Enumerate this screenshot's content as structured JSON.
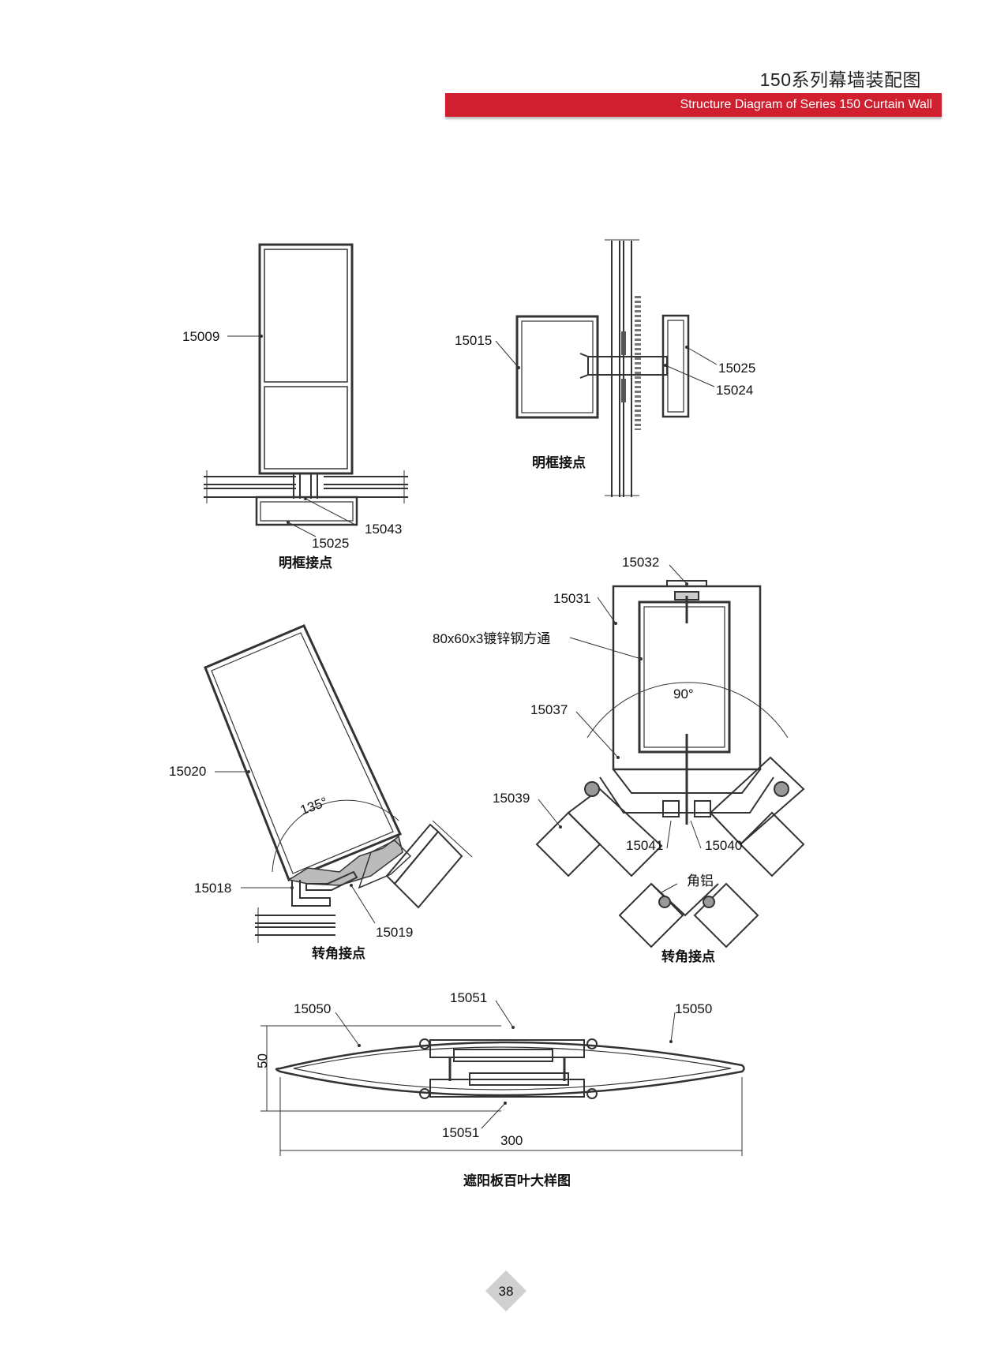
{
  "header": {
    "title_cn": "150系列幕墙装配图",
    "title_en": "Structure Diagram of Series 150 Curtain Wall",
    "accent_color": "#d01f2e"
  },
  "diagrams": {
    "top_left": {
      "labels": [
        "15009",
        "15043",
        "15025"
      ],
      "caption": "明框接点"
    },
    "top_right": {
      "labels": [
        "15015",
        "15025",
        "15024"
      ],
      "caption": "明框接点"
    },
    "mid_left": {
      "labels": [
        "15020",
        "15018",
        "15019"
      ],
      "angle": "135°",
      "caption": "转角接点"
    },
    "mid_right": {
      "labels": [
        "15032",
        "15031",
        "80x60x3镀锌钢方通",
        "15037",
        "15039",
        "15041",
        "15040",
        "角铝"
      ],
      "angle": "90°",
      "caption": "转角接点"
    },
    "bottom": {
      "labels": [
        "15050",
        "15051",
        "15050",
        "15051"
      ],
      "dim_height": "50",
      "dim_width": "300",
      "caption": "遮阳板百叶大样图"
    }
  },
  "page_number": "38"
}
